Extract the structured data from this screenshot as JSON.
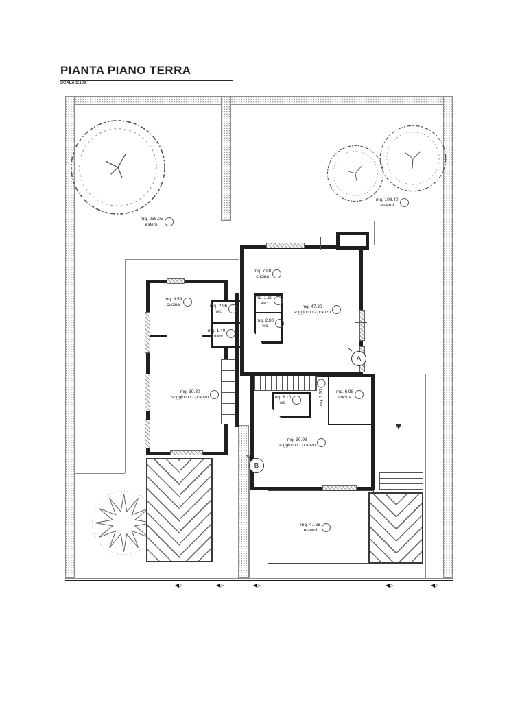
{
  "header": {
    "title": "PIANTA PIANO TERRA",
    "scale": "SCALA 1:100"
  },
  "rooms": [
    {
      "area": "mq. 238.05",
      "name": "esterni"
    },
    {
      "area": "mq. 198.40",
      "name": "esterni"
    },
    {
      "area": "mq. 7.80",
      "name": "cucina"
    },
    {
      "area": "mq. 9.59",
      "name": "cucina"
    },
    {
      "area": "mq. 2.96",
      "name": "wc"
    },
    {
      "area": "mq. 1.10",
      "name": "asc"
    },
    {
      "area": "mq. 2.80",
      "name": "wc"
    },
    {
      "area": "mq. 1.40",
      "name": "antiwc"
    },
    {
      "area": "mq. 47.30",
      "name": "soggiorno - pranzo"
    },
    {
      "area": "mq. 39.30",
      "name": "soggiorno - pranzo"
    },
    {
      "area": "mq. 3.10",
      "name": "wc"
    },
    {
      "area": "mq. 6.98",
      "name": "cucina"
    },
    {
      "area": "mq. 1.30",
      "name": ""
    },
    {
      "area": "mq. 30.93",
      "name": "soggiorno - pranzo"
    },
    {
      "area": "mq. 47.66",
      "name": "esterni"
    }
  ],
  "section_markers": {
    "a": "A",
    "b": "B"
  },
  "icons": {
    "marker_left": "◀",
    "marker_right": "▷"
  },
  "colors": {
    "ink": "#1f1f1f",
    "stipple": "#9a9a9a",
    "thin_line": "#8a8a8a",
    "paper": "#ffffff"
  }
}
